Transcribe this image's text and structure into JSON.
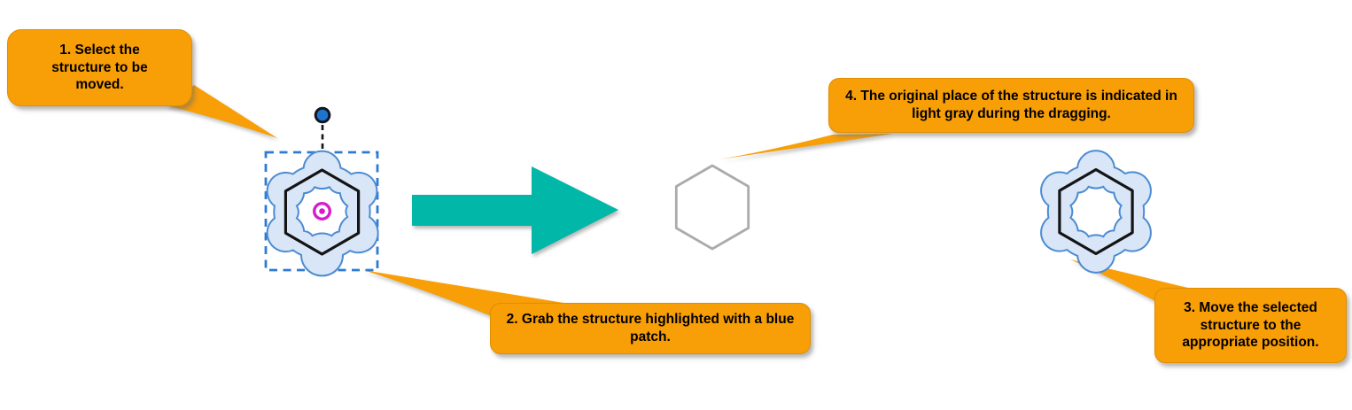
{
  "scene": {
    "background": "#FFFFFF"
  },
  "callouts": [
    {
      "step": "1",
      "text": "1. Select the structure to be moved."
    },
    {
      "step": "2",
      "text": "2. Grab the structure highlighted with a blue patch."
    },
    {
      "step": "3",
      "text": "3. Move the selected structure to the appropriate position."
    },
    {
      "step": "4",
      "text": "4. The original place of the structure is indicated in light gray during the dragging."
    }
  ],
  "colors": {
    "callout_fill": "#F89E06",
    "callout_border": "#E08E00",
    "callout_text": "#000000",
    "arrow_teal": "#00B7A8",
    "patch_fill": "#D9E6F8",
    "patch_stroke": "#4C8BD2",
    "bond_black": "#141414",
    "ghost_gray": "#ABABAB",
    "selection_blue": "#2E7BD2",
    "handle_fill": "#1E74CC",
    "handle_stroke": "#10161F",
    "handle_line": "#141414",
    "target_magenta": "#D81BCB",
    "scene_background": "#FFFFFF"
  },
  "shapes": [
    "selected-structure",
    "selection-rectangle",
    "rotation-handle",
    "rotation-center-marker",
    "transition-arrow",
    "ghost-structure",
    "moved-structure"
  ]
}
